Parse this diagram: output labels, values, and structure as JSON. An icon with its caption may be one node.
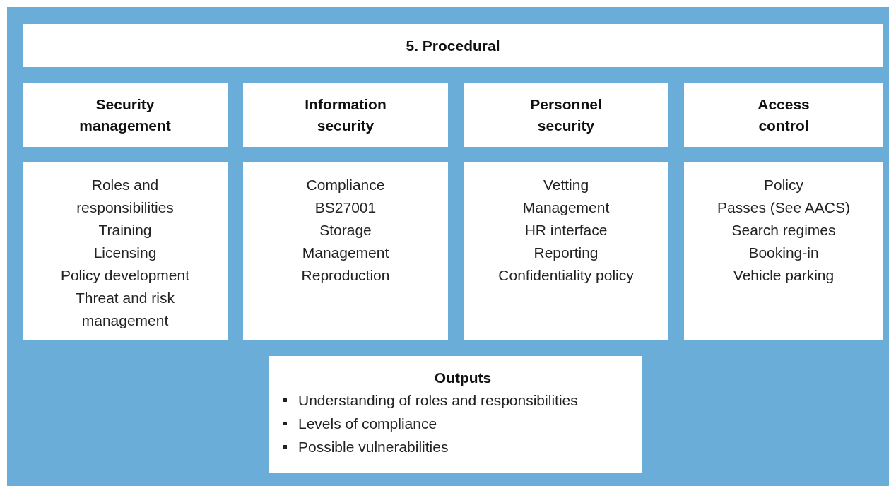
{
  "diagram": {
    "nodes": [
      {
        "text": [
          "5. Procedural"
        ]
      },
      {
        "text": [
          "Security management"
        ]
      },
      {
        "text": [
          "Information security"
        ]
      },
      {
        "text": [
          "Personnel security"
        ]
      },
      {
        "text": [
          "Access control"
        ]
      },
      {
        "text": [
          "Roles and responsibilities",
          "Training",
          "Licensing",
          "Policy development",
          "Threat and risk management"
        ]
      },
      {
        "text": [
          "Compliance",
          "BS27001",
          "Storage",
          "Management",
          "Reproduction"
        ]
      },
      {
        "text": [
          "Vetting",
          "Management",
          "HR interface",
          "Reporting",
          "Confidentiality policy"
        ]
      },
      {
        "text": [
          "Policy",
          "Passes (See AACS)",
          "Search regimes",
          "Booking-in",
          "Vehicle parking"
        ]
      },
      {
        "text": [
          "Outputs",
          "Understanding of roles and responsibilities",
          "Levels of compliance",
          "Possible vulnerabilities"
        ]
      }
    ]
  }
}
